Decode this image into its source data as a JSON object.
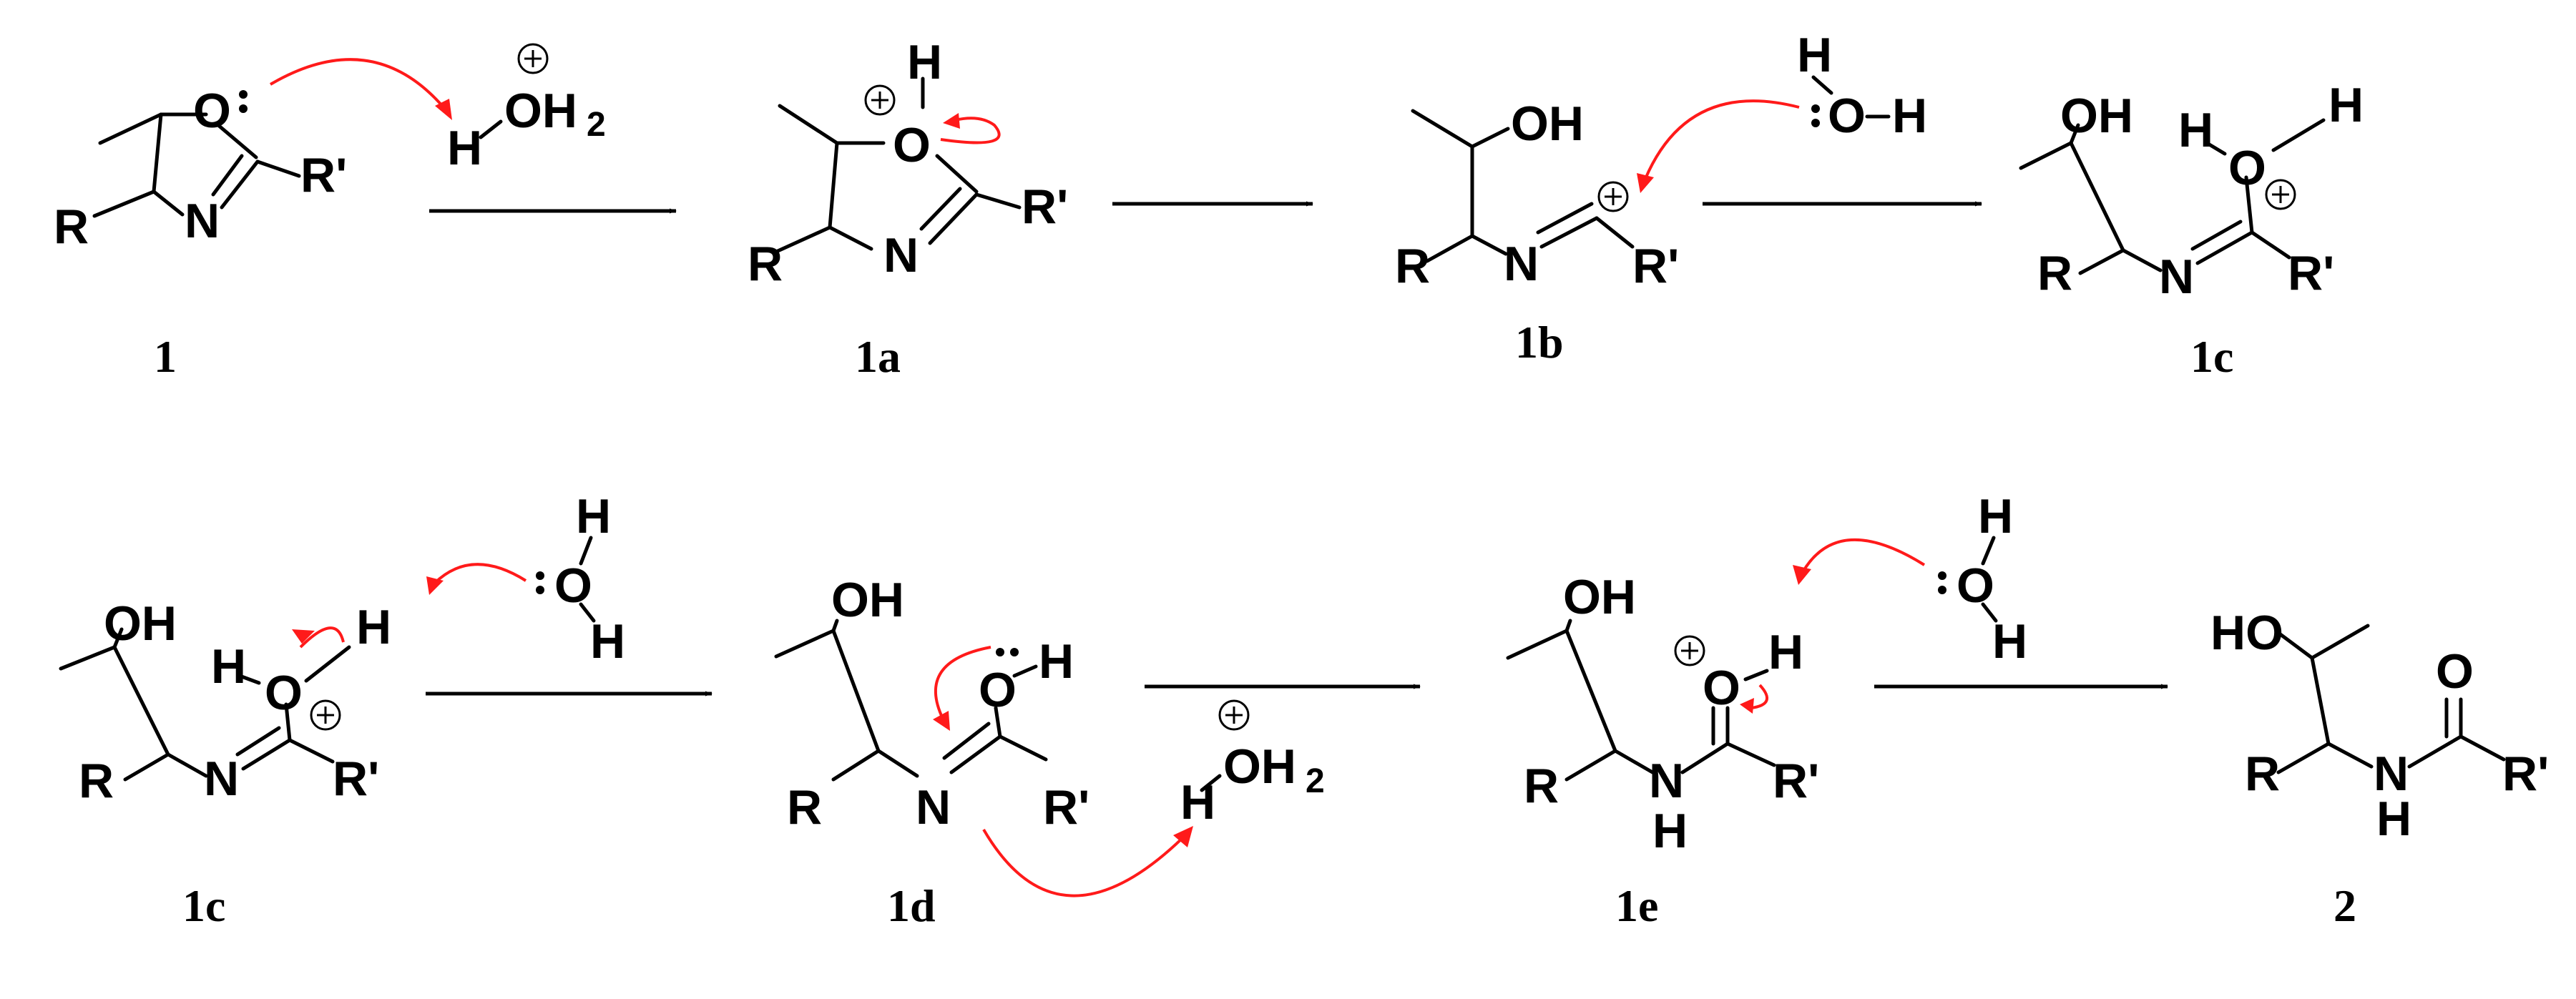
{
  "compounds": {
    "c1": "1",
    "c1a": "1a",
    "c1b": "1b",
    "c1c_top": "1c",
    "c1c_bottom": "1c",
    "c1d": "1d",
    "c1e": "1e",
    "c2": "2"
  },
  "atoms": {
    "R": "R",
    "Rp": "R'",
    "O": "O",
    "N": "N",
    "H": "H",
    "OH": "OH",
    "HO": "HO",
    "OH2": "OH",
    "sub2": "2"
  },
  "colors": {
    "electron_arrow": "#ff1a1a",
    "bond": "#000000"
  }
}
